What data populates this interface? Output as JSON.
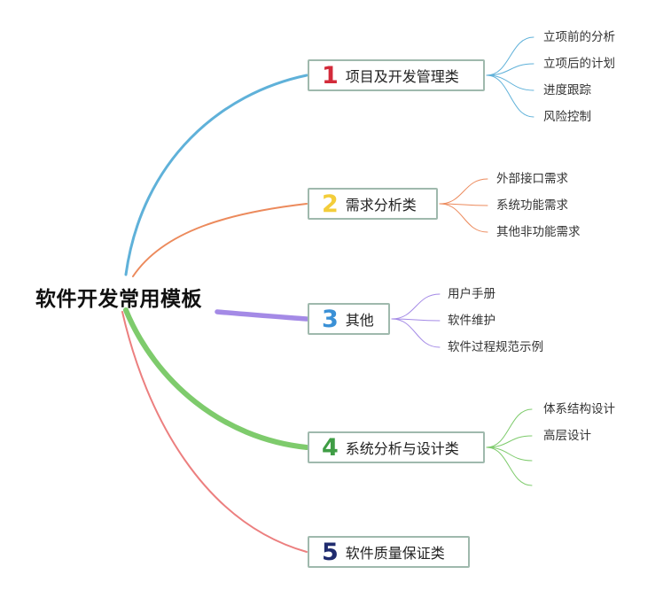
{
  "root": {
    "title": "软件开发常用模板"
  },
  "branches": [
    {
      "num": "1",
      "label": "项目及开发管理类",
      "color": "#d32b3a",
      "line_color": "#5fb1d9",
      "children": [
        "立项前的分析",
        "立项后的计划",
        "进度跟踪",
        "风险控制"
      ]
    },
    {
      "num": "2",
      "label": "需求分析类",
      "color": "#f3cd3a",
      "line_color": "#ec8a5c",
      "children": [
        "外部接口需求",
        "系统功能需求",
        "其他非功能需求"
      ]
    },
    {
      "num": "3",
      "label": "其他",
      "color": "#3a90d6",
      "line_color": "#a48ae6",
      "children": [
        "用户手册",
        "软件维护",
        "软件过程规范示例"
      ]
    },
    {
      "num": "4",
      "label": "系统分析与设计类",
      "color": "#3f9d45",
      "line_color": "#7ecb6c",
      "children": [
        "体系结构设计",
        "高层设计",
        "",
        ""
      ]
    },
    {
      "num": "5",
      "label": "软件质量保证类",
      "color": "#1f2b6e",
      "line_color": "#ec7f7f",
      "children": []
    }
  ]
}
